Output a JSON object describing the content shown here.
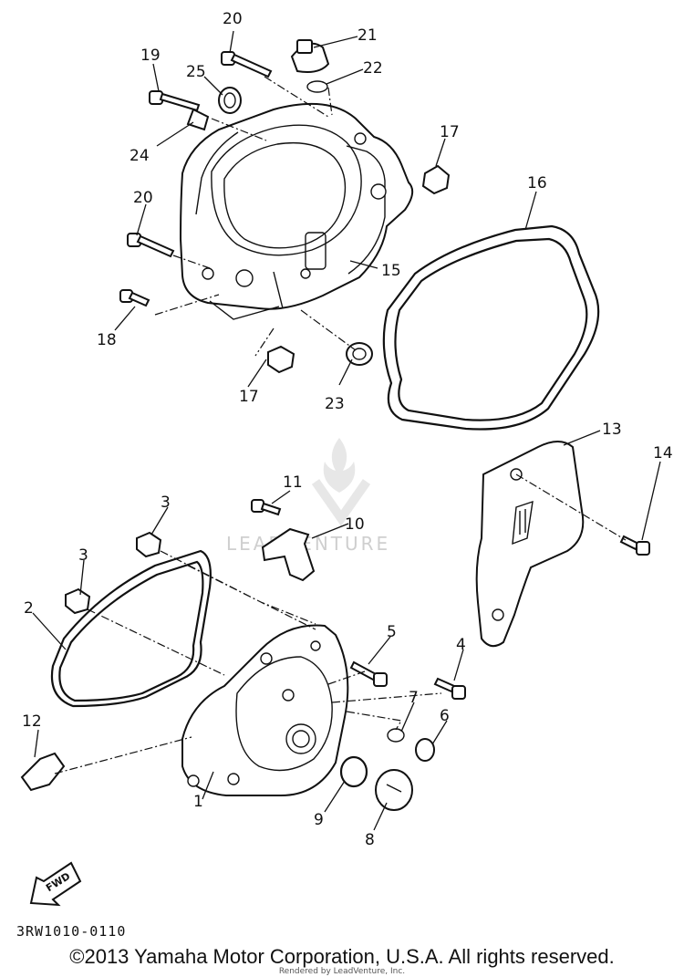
{
  "callouts": {
    "c1": "1",
    "c2": "2",
    "c3a": "3",
    "c3b": "3",
    "c4": "4",
    "c5": "5",
    "c6": "6",
    "c7": "7",
    "c8": "8",
    "c9": "9",
    "c10": "10",
    "c11": "11",
    "c12": "12",
    "c13": "13",
    "c14": "14",
    "c15": "15",
    "c16": "16",
    "c17a": "17",
    "c17b": "17",
    "c18": "18",
    "c19": "19",
    "c20a": "20",
    "c20b": "20",
    "c21": "21",
    "c22": "22",
    "c23": "23",
    "c24": "24",
    "c25": "25"
  },
  "fwd_badge": "FWD",
  "watermark": "LEADVENTURE",
  "diagram_code": "3RW1010-0110",
  "copyright": "©2013 Yamaha Motor Corporation, U.S.A. All rights reserved.",
  "render_credit": "Rendered by LeadVenture, Inc."
}
